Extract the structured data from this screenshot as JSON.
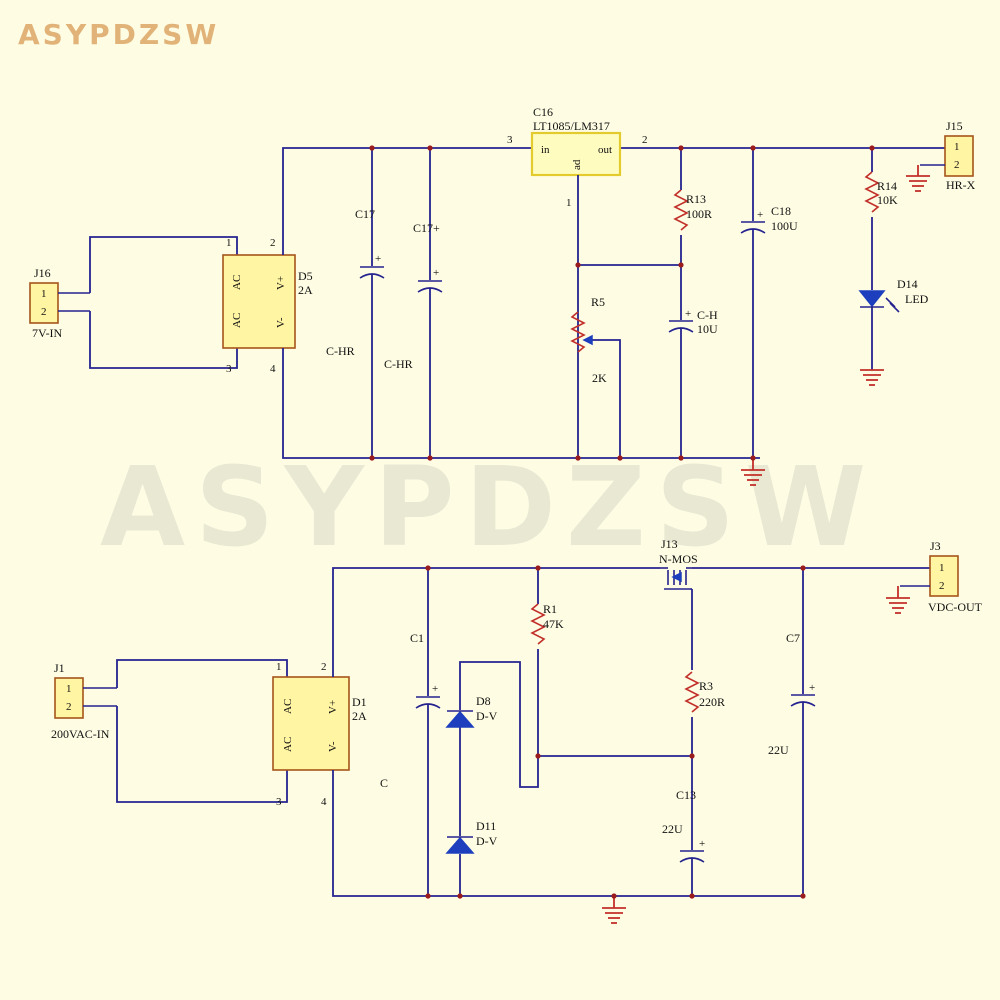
{
  "brand": "ASYPDZSW",
  "watermark": "ASYPDZSW",
  "top_circuit": {
    "j16": {
      "ref": "J16",
      "pins": [
        "1",
        "2"
      ],
      "label": "7V-IN"
    },
    "d5": {
      "ref": "D5",
      "value": "2A",
      "ac1": "AC",
      "ac2": "AC",
      "vplus": "V+",
      "vminus": "V-",
      "pins": [
        "1",
        "2",
        "3",
        "4"
      ]
    },
    "c17": {
      "ref": "C17",
      "value": "C-HR",
      "pol": "+"
    },
    "c17p": {
      "ref": "C17+",
      "value": "C-HR",
      "pol": "+"
    },
    "c16": {
      "ref": "C16",
      "value": "LT1085/LM317",
      "in": "in",
      "out": "out",
      "adj": "ad",
      "pin_in": "3",
      "pin_out": "2",
      "pin_adj": "1"
    },
    "r5": {
      "ref": "R5",
      "value": "2K"
    },
    "r13": {
      "ref": "R13",
      "value": "100R"
    },
    "ch": {
      "ref": "C-H",
      "value": "10U",
      "pol": "+"
    },
    "c18": {
      "ref": "C18",
      "value": "100U",
      "pol": "+"
    },
    "r14": {
      "ref": "R14",
      "value": "10K"
    },
    "d14": {
      "ref": "D14",
      "value": "LED"
    },
    "j15": {
      "ref": "J15",
      "pins": [
        "1",
        "2"
      ],
      "label": "HR-X"
    }
  },
  "bottom_circuit": {
    "j1": {
      "ref": "J1",
      "pins": [
        "1",
        "2"
      ],
      "label": "200VAC-IN"
    },
    "d1": {
      "ref": "D1",
      "value": "2A",
      "ac1": "AC",
      "ac2": "AC",
      "vplus": "V+",
      "vminus": "V-",
      "pins": [
        "1",
        "2",
        "3",
        "4"
      ]
    },
    "c_label": "C",
    "c1": {
      "ref": "C1",
      "pol": "+"
    },
    "d8": {
      "ref": "D8",
      "value": "D-V"
    },
    "d11": {
      "ref": "D11",
      "value": "D-V"
    },
    "r1": {
      "ref": "R1",
      "value": "47K"
    },
    "j13": {
      "ref": "J13",
      "value": "N-MOS"
    },
    "r3": {
      "ref": "R3",
      "value": "220R"
    },
    "c13": {
      "ref": "C13",
      "value": "22U",
      "pol": "+"
    },
    "c7": {
      "ref": "C7",
      "value": "22U",
      "pol": "+"
    },
    "j3": {
      "ref": "J3",
      "pins": [
        "1",
        "2"
      ],
      "label": "VDC-OUT"
    }
  }
}
